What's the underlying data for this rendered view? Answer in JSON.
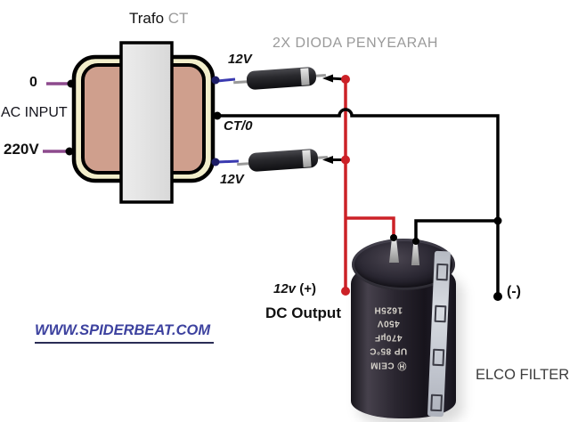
{
  "title": {
    "primary": "Trafo",
    "secondary": "CT"
  },
  "primary_side": {
    "terminal_top_label": "0",
    "side_label": "AC INPUT",
    "terminal_bottom_label": "220V"
  },
  "secondary_side": {
    "top_label": "12V",
    "center_label": "CT/0",
    "bottom_label": "12V"
  },
  "rectifier": {
    "label": "2X DIODA PENYEARAH"
  },
  "output": {
    "positive_value": "12v",
    "positive_sign": "(+)",
    "dc_label": "DC Output",
    "negative_sign": "(-)"
  },
  "capacitor": {
    "label": "ELCO FILTER",
    "print_lines": [
      "Ⓗ CElM",
      "UP 85°C",
      "470µF",
      "450V",
      "1625H"
    ]
  },
  "watermark": "WWW.SPIDERBEAT.COM",
  "colors": {
    "wire_red": "#cc2127",
    "wire_black": "#000000",
    "wire_blue": "#3a3ab0",
    "wire_purple": "#8d4a8d",
    "terminal_navy": "#1d1d66",
    "lead_gray": "#999999",
    "label_gray": "#9a9a9a",
    "watermark_blue": "#3d429f",
    "watermark_underline": "#2a2c55",
    "transformer_cream": "#f2eecb",
    "transformer_pink": "#cf9f8d",
    "core_gray": "#e3e3e3",
    "diode_band": "#c9c9c9",
    "elco_text": "#3c3c3c"
  }
}
